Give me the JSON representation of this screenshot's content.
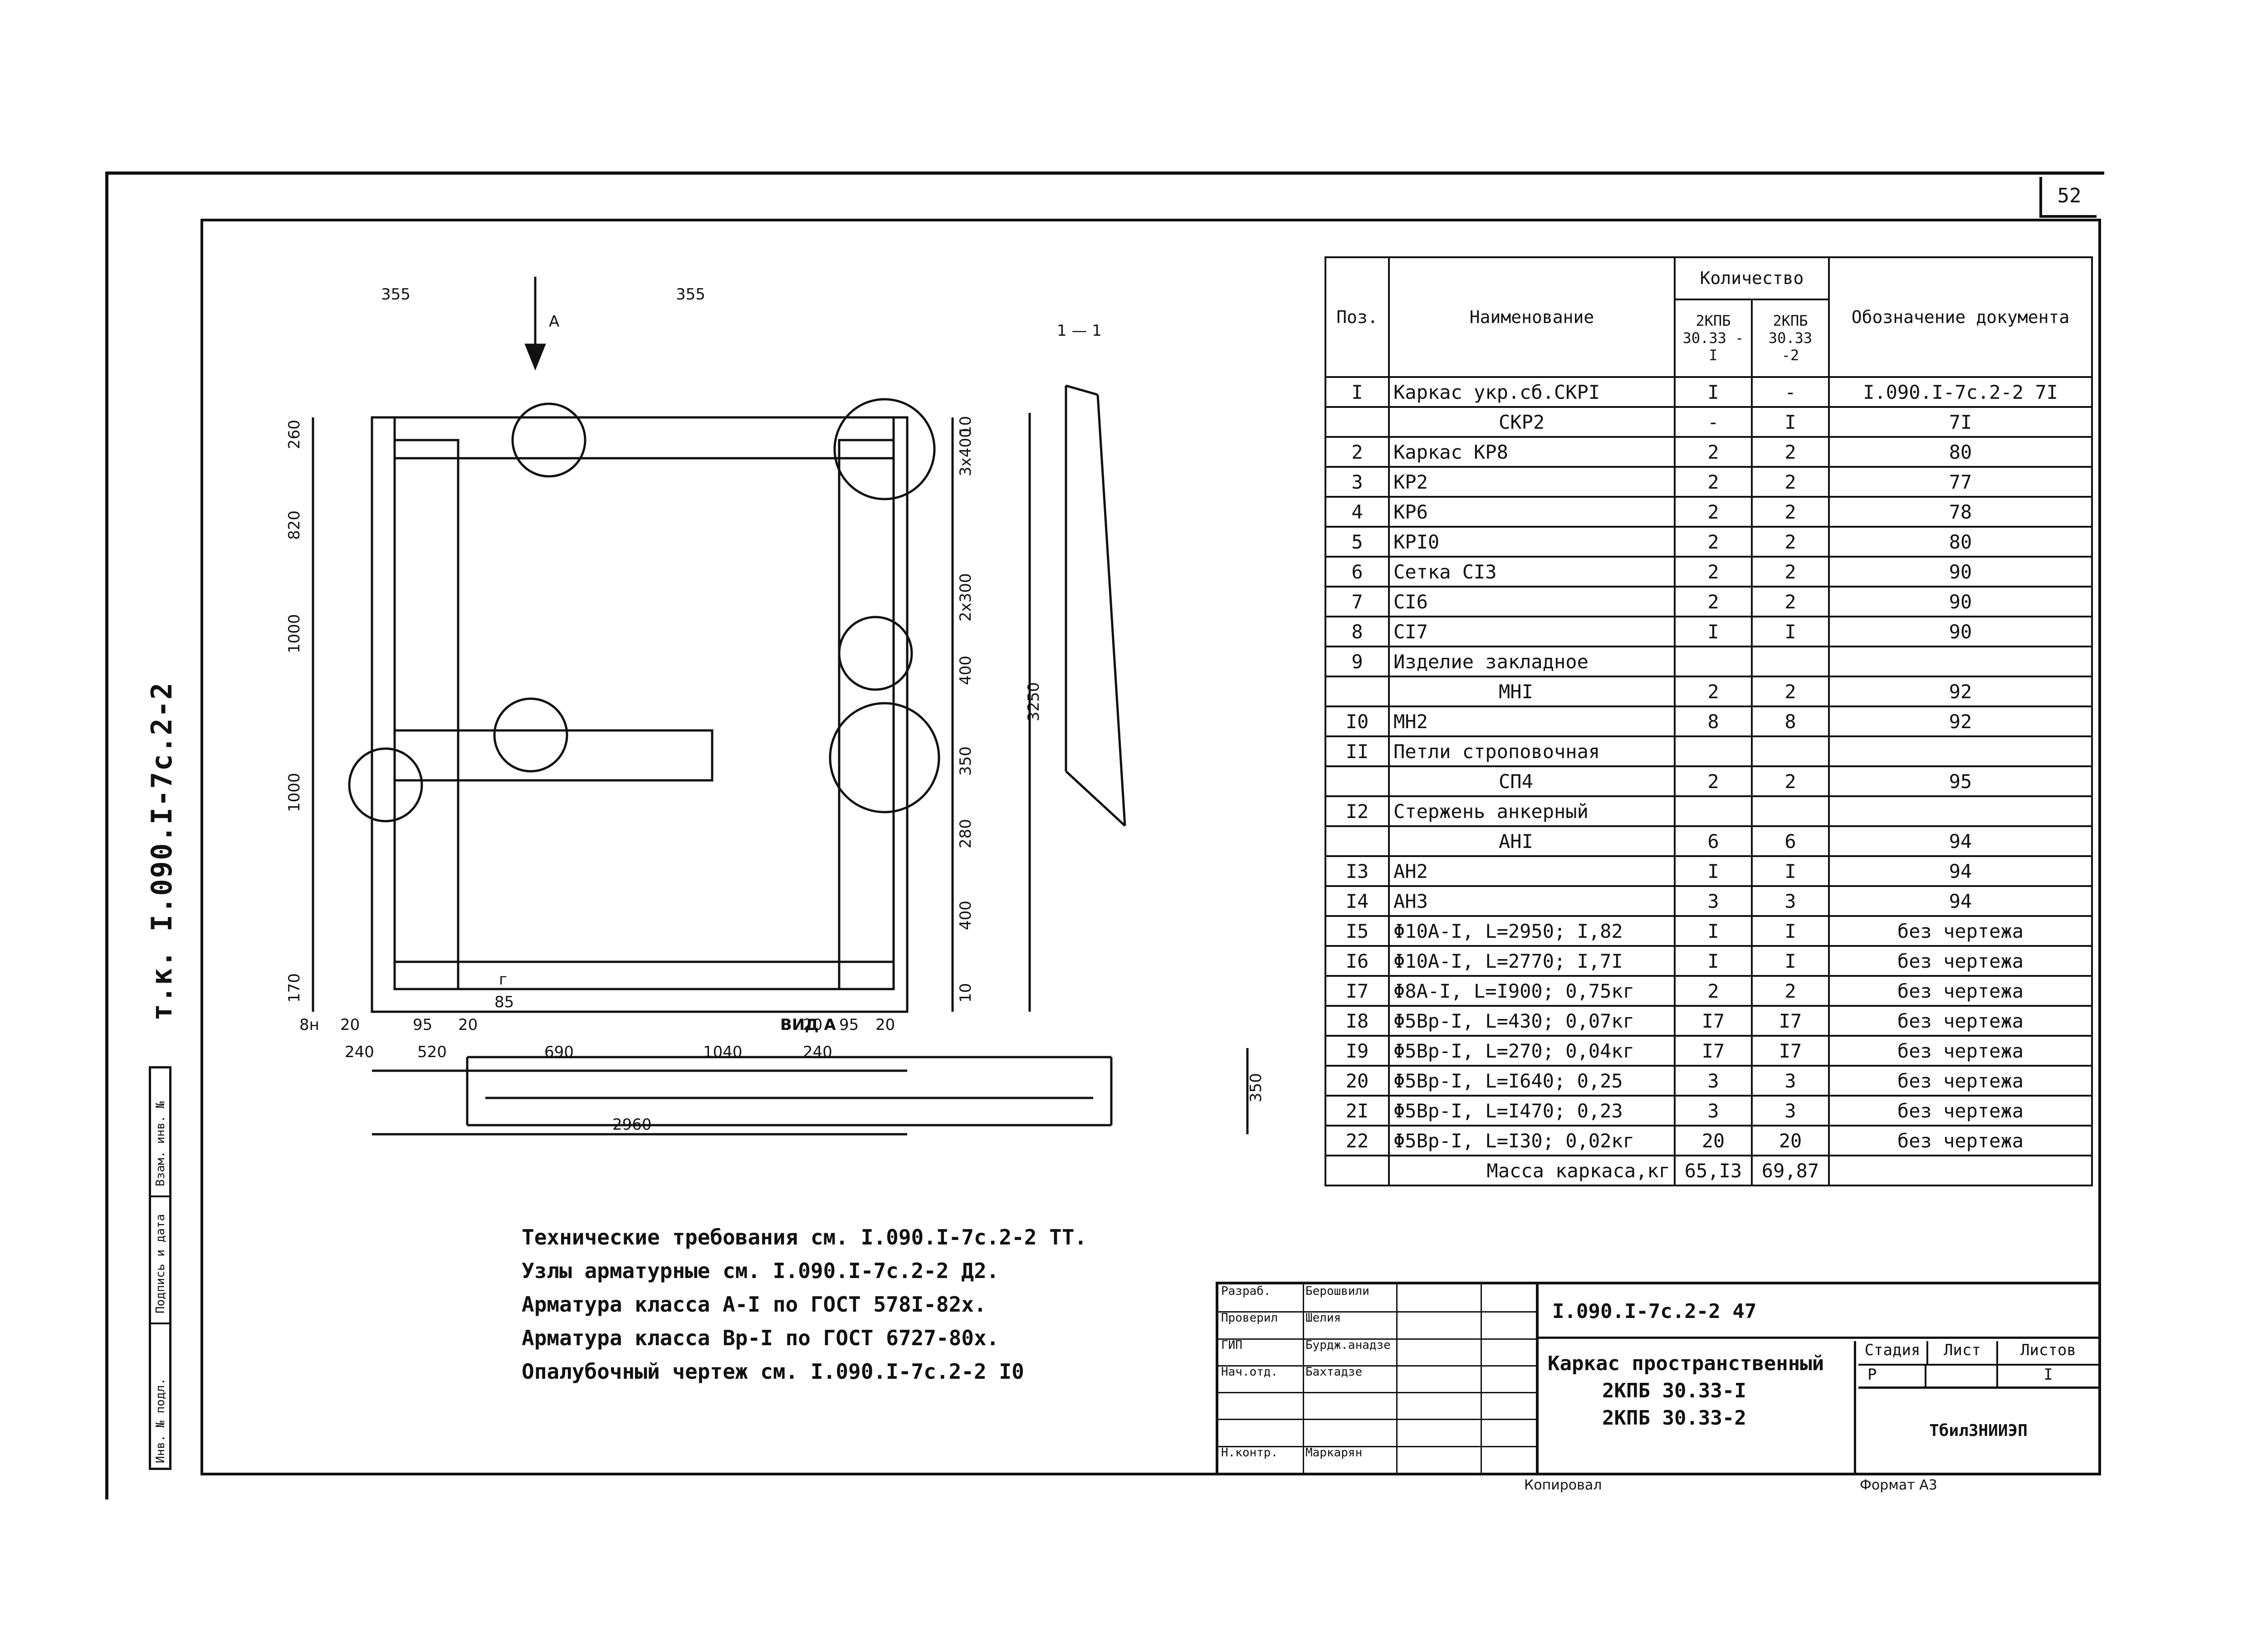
{
  "sheet_number": "52",
  "side_code": "т.к. I.090.I-7с.2-2",
  "stamp_labels": [
    "Инв. № подл.",
    "Подпись и дата",
    "Взам. инв. №"
  ],
  "drawing": {
    "plan_labels": {
      "view_a": "A",
      "section": "1 — 1",
      "view_a_title": "ВИД А",
      "dims_top": [
        "355",
        "355"
      ],
      "dims_right": [
        "10",
        "3x400",
        "2x300",
        "400",
        "350",
        "280",
        "400",
        "10"
      ],
      "overall_height": "3250",
      "dims_left": [
        "260",
        "820",
        "1000",
        "1000",
        "170"
      ],
      "dims_bottom": [
        "20",
        "95",
        "20",
        "20",
        "95",
        "20"
      ],
      "dims_bottom2": [
        "240",
        "520",
        "690",
        "1040",
        "240"
      ],
      "overall_width": "2960",
      "side_height": "350",
      "bottom_marks": [
        "8н",
        "85",
        "г"
      ]
    }
  },
  "spec_table": {
    "headers": {
      "pos": "Поз.",
      "name": "Наименование",
      "qty": "Количество",
      "qty1": "2КПБ 30.33 -I",
      "qty2": "2КПБ 30.33 -2",
      "doc": "Обозначение документа"
    },
    "rows": [
      {
        "pos": "I",
        "name": "Каркас укр.сб.СКРI",
        "q1": "I",
        "q2": "-",
        "doc": "I.090.I-7с.2-2 7I"
      },
      {
        "pos": "",
        "name": "СКР2",
        "q1": "-",
        "q2": "I",
        "doc": "7I"
      },
      {
        "pos": "2",
        "name": "Каркас КР8",
        "q1": "2",
        "q2": "2",
        "doc": "80"
      },
      {
        "pos": "3",
        "name": "КР2",
        "q1": "2",
        "q2": "2",
        "doc": "77"
      },
      {
        "pos": "4",
        "name": "КР6",
        "q1": "2",
        "q2": "2",
        "doc": "78"
      },
      {
        "pos": "5",
        "name": "КРI0",
        "q1": "2",
        "q2": "2",
        "doc": "80"
      },
      {
        "pos": "6",
        "name": "Сетка СI3",
        "q1": "2",
        "q2": "2",
        "doc": "90"
      },
      {
        "pos": "7",
        "name": "СI6",
        "q1": "2",
        "q2": "2",
        "doc": "90"
      },
      {
        "pos": "8",
        "name": "СI7",
        "q1": "I",
        "q2": "I",
        "doc": "90"
      },
      {
        "pos": "9",
        "name": "Изделие закладное",
        "q1": "",
        "q2": "",
        "doc": ""
      },
      {
        "pos": "",
        "name": "МНI",
        "q1": "2",
        "q2": "2",
        "doc": "92"
      },
      {
        "pos": "I0",
        "name": "МН2",
        "q1": "8",
        "q2": "8",
        "doc": "92"
      },
      {
        "pos": "II",
        "name": "Петли строповочная",
        "q1": "",
        "q2": "",
        "doc": ""
      },
      {
        "pos": "",
        "name": "СП4",
        "q1": "2",
        "q2": "2",
        "doc": "95"
      },
      {
        "pos": "I2",
        "name": "Стержень анкерный",
        "q1": "",
        "q2": "",
        "doc": ""
      },
      {
        "pos": "",
        "name": "АНI",
        "q1": "6",
        "q2": "6",
        "doc": "94"
      },
      {
        "pos": "I3",
        "name": "АН2",
        "q1": "I",
        "q2": "I",
        "doc": "94"
      },
      {
        "pos": "I4",
        "name": "АН3",
        "q1": "3",
        "q2": "3",
        "doc": "94"
      },
      {
        "pos": "I5",
        "name": "Φ10А-I, L=2950; I,82",
        "q1": "I",
        "q2": "I",
        "doc": "без чертежа"
      },
      {
        "pos": "I6",
        "name": "Φ10А-I, L=2770; I,7I",
        "q1": "I",
        "q2": "I",
        "doc": "без чертежа"
      },
      {
        "pos": "I7",
        "name": "Φ8А-I, L=I900; 0,75кг",
        "q1": "2",
        "q2": "2",
        "doc": "без чертежа"
      },
      {
        "pos": "I8",
        "name": "Φ5Вр-I, L=430; 0,07кг",
        "q1": "I7",
        "q2": "I7",
        "doc": "без чертежа"
      },
      {
        "pos": "I9",
        "name": "Φ5Вр-I, L=270; 0,04кг",
        "q1": "I7",
        "q2": "I7",
        "doc": "без чертежа"
      },
      {
        "pos": "20",
        "name": "Φ5Вр-I, L=I640; 0,25",
        "q1": "3",
        "q2": "3",
        "doc": "без чертежа"
      },
      {
        "pos": "2I",
        "name": "Φ5Вр-I, L=I470; 0,23",
        "q1": "3",
        "q2": "3",
        "doc": "без чертежа"
      },
      {
        "pos": "22",
        "name": "Φ5Вр-I, L=I30; 0,02кг",
        "q1": "20",
        "q2": "20",
        "doc": "без чертежа"
      }
    ],
    "mass": {
      "label": "Масса каркаса,кг",
      "q1": "65,I3",
      "q2": "69,87"
    }
  },
  "notes": [
    "Технические требования см. I.090.I-7с.2-2 ТТ.",
    "Узлы арматурные см. I.090.I-7с.2-2 Д2.",
    "Арматура класса А-I по ГОСТ 578I-82х.",
    "Арматура класса Вр-I по ГОСТ 6727-80х.",
    "Опалубочный чертеж см. I.090.I-7с.2-2 I0"
  ],
  "title_block": {
    "roles": [
      "Разраб.",
      "Проверил",
      "ГИП",
      "Нач.отд.",
      "",
      "",
      "Н.контр."
    ],
    "names": [
      "Берошвили",
      "Шелия",
      "Бурдж.анадзе",
      "Бахтадзе",
      "",
      "",
      "Маркарян"
    ],
    "doc_code": "I.090.I-7с.2-2 47",
    "title_line1": "Каркас пространственный",
    "title_line2": "2КПБ 30.33-I",
    "title_line3": "2КПБ 30.33-2",
    "stage_label": "Стадия",
    "sheet_label": "Лист",
    "sheets_label": "Листов",
    "stage_value": "Р",
    "sheets_value": "I",
    "organization": "ТбилЗНИИЭП"
  },
  "footer": {
    "copied": "Копировал",
    "format": "Формат А3"
  }
}
